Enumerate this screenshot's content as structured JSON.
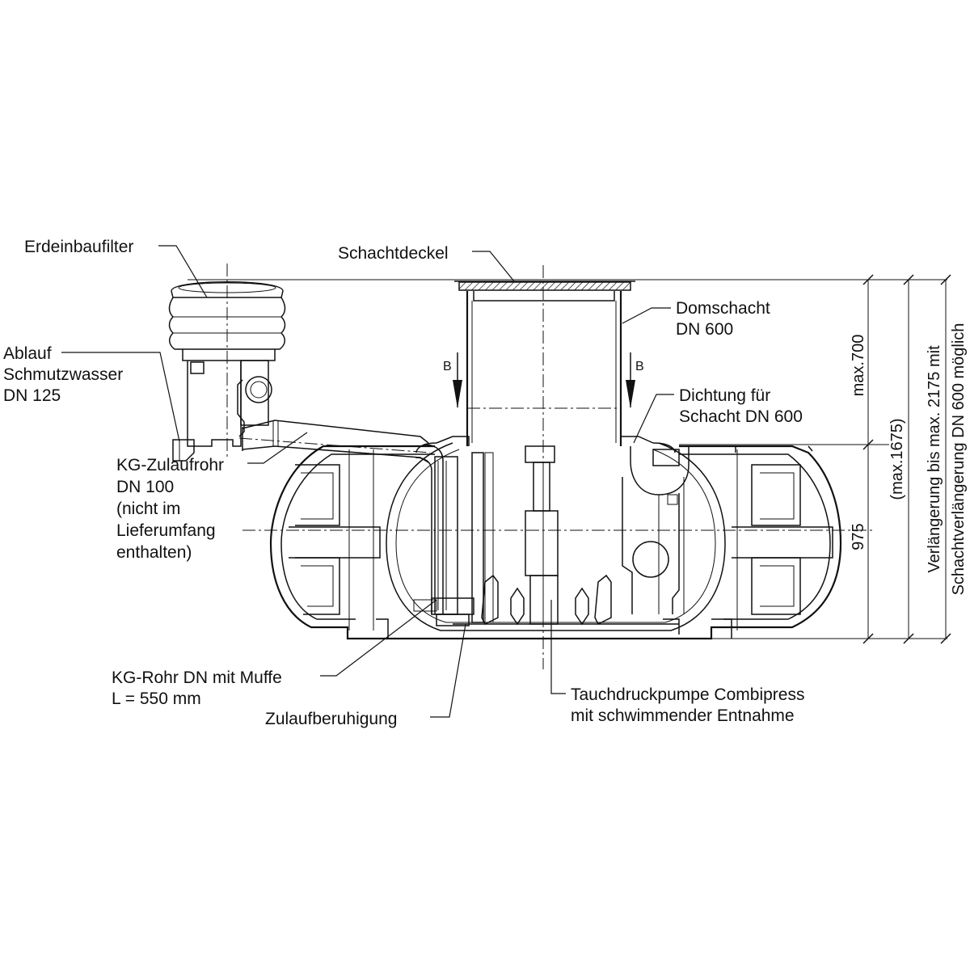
{
  "labels": {
    "erdeinbaufilter": "Erdeinbaufilter",
    "schachtdeckel": "Schachtdeckel",
    "domschacht_1": "Domschacht",
    "domschacht_2": "DN 600",
    "dichtung_1": "Dichtung für",
    "dichtung_2": "Schacht DN 600",
    "ablauf_1": "Ablauf",
    "ablauf_2": "Schmutzwasser",
    "ablauf_3": "DN 125",
    "kg_zulauf_1": "KG-Zulaufrohr",
    "kg_zulauf_2": "DN 100",
    "kg_zulauf_3": "(nicht im",
    "kg_zulauf_4": "Lieferumfang",
    "kg_zulauf_5": "enthalten)",
    "kg_rohr_1": "KG-Rohr DN mit Muffe",
    "kg_rohr_2": "L =  550 mm",
    "zulaufberuhigung": "Zulaufberuhigung",
    "pumpe_1": "Tauchdruckpumpe Combipress",
    "pumpe_2": "mit schwimmender Entnahme",
    "section_left": "B",
    "section_right": "B"
  },
  "dimensions": {
    "max700": "max.700",
    "d975": "975",
    "max1675": "(max.1675)",
    "ext_1": "Verlängerung bis max. 2175 mit",
    "ext_2": "Schachtverlängerung DN 600 möglich"
  },
  "colors": {
    "line": "#111111",
    "background": "#ffffff"
  }
}
